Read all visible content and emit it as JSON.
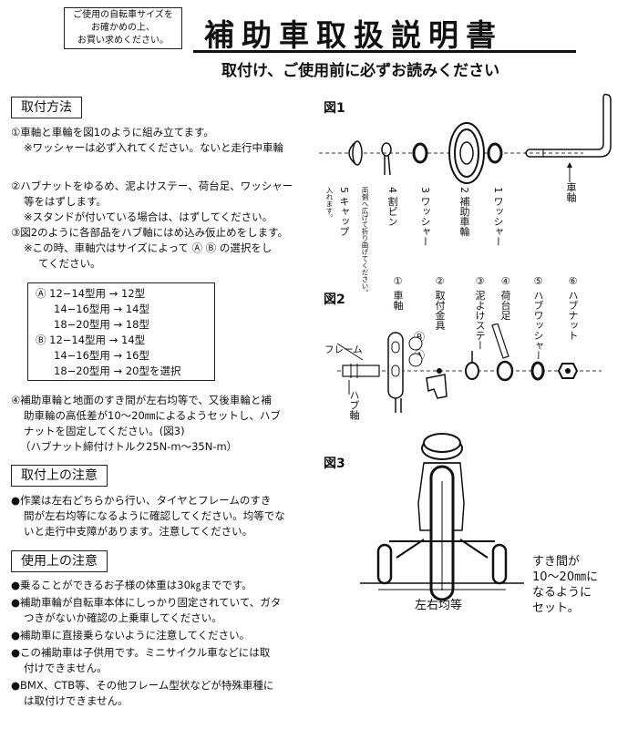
{
  "notice": {
    "lines": [
      "ご使用の自転車サイズを",
      "お確かめの上、",
      "お買い求めください。"
    ]
  },
  "title": "補助車取扱説明書",
  "subtitle": "取付け、ご使用前に必ずお読みください",
  "install": {
    "heading": "取付方法",
    "lines": [
      "①車軸と車輪を図1のように組み立てます。",
      "※ワッシャーは必ず入れてください。ないと走行中車輪",
      "②ハブナットをゆるめ、泥よけステー、荷台足、ワッシャー",
      "等をはずします。",
      "※スタンドが付いている場合は、はずしてください。",
      "③図2のように各部品をハブ軸にはめ込み仮止めをします。",
      "※この時、車軸穴はサイズによって Ⓐ Ⓑ の選択をし",
      "てください。"
    ],
    "table": [
      "Ⓐ 12−14型用 → 12型",
      "14−16型用 → 14型",
      "18−20型用 → 18型",
      "Ⓑ 12−14型用 → 14型",
      "14−16型用 → 16型",
      "18−20型用 → 20型を選択"
    ],
    "step4": [
      "④補助車輪と地面のすき間が左右均等で、又後車輪と補",
      "助車輪の高低差が10〜20㎜によるようセットし、ハブ",
      "ナットを固定してください。(図3)",
      "（ハブナット締付けトルク25N-m〜35N-m）"
    ]
  },
  "install_caution": {
    "heading": "取付上の注意",
    "lines": [
      "●作業は左右どちらから行い、タイヤとフレームのすき",
      "間が左右均等になるように確認してください。均等でな",
      "いと走行中支障があります。注意してください。"
    ]
  },
  "use_caution": {
    "heading": "使用上の注意",
    "lines": [
      "●乗ることができるお子様の体重は30㎏までです。",
      "●補助車輪が自転車本体にしっかり固定されていて、ガタ",
      "つきがないか確認の上乗車してください。",
      "●補助車に直接乗らないように注意してください。",
      "●この補助車は子供用です。ミニサイクル車などには取",
      "付けできません。",
      "●BMX、CTB等、その他フレーム型状などが特殊車種に",
      "は取付けできません。"
    ]
  },
  "fig1": {
    "label": "図1",
    "parts": [
      "5 キャップ",
      "4 割ピン",
      "3 ワッシャー",
      "2 補助車輪",
      "1 ワッシャー",
      "車軸"
    ],
    "cap_note": "入れます。",
    "pin_note": "両側へ広げて折り曲げてください。"
  },
  "fig2": {
    "label": "図2",
    "parts": [
      "① 車軸",
      "② 取付金具",
      "③ 泥よけステー",
      "④ 荷台足",
      "⑤ ハブワッシャー",
      "⑥ ハブナット"
    ],
    "frame": "フレーム",
    "hub": "ハブ軸",
    "hole_b": "Ⓑ",
    "hole_a": "Ⓐ"
  },
  "fig3": {
    "label": "図3",
    "even": "左右均等",
    "gap_note": [
      "すき間が",
      "10〜20㎜に",
      "なるように",
      "セット。"
    ]
  }
}
